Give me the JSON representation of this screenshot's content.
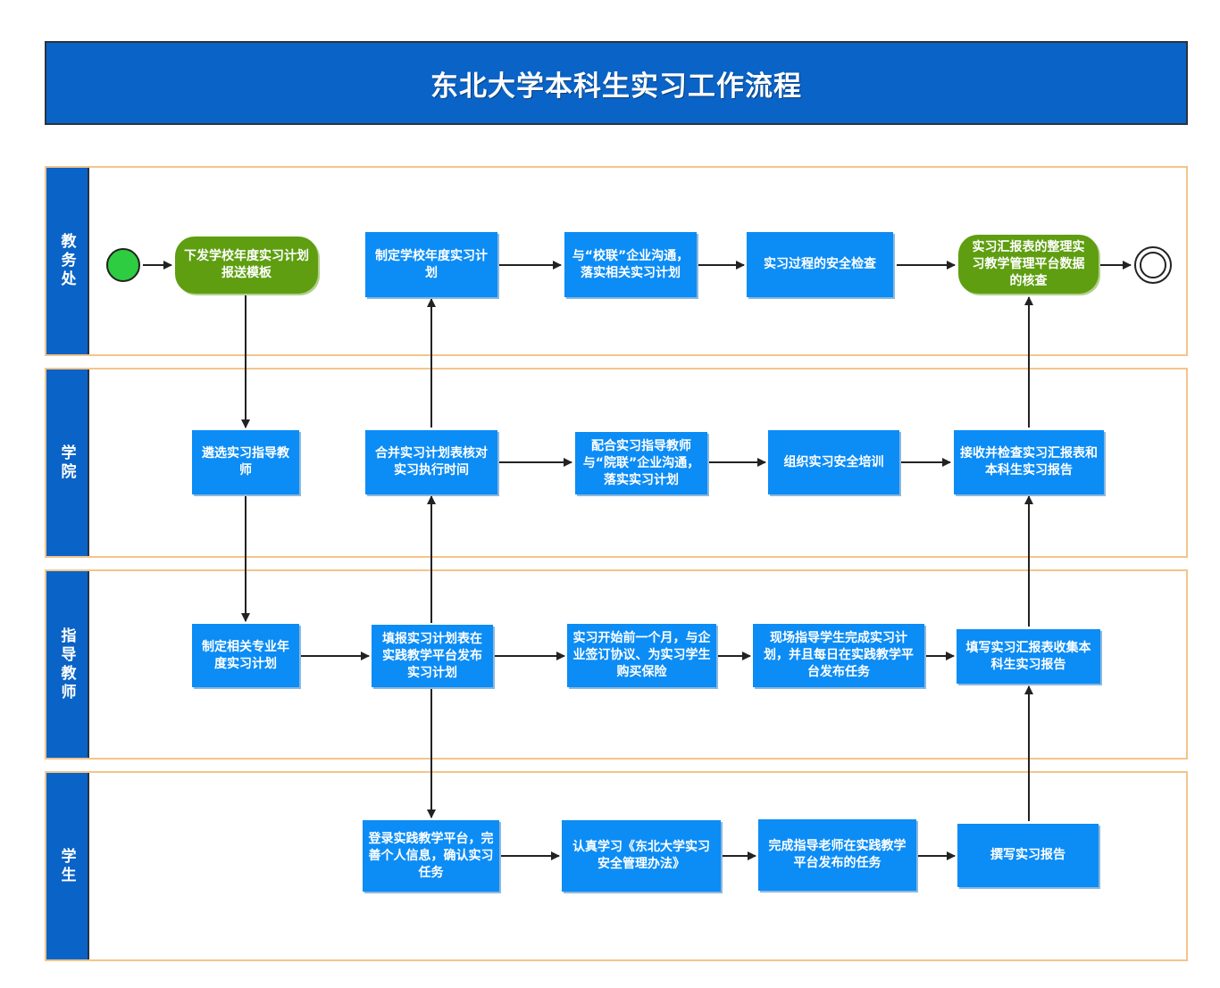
{
  "title": "东北大学本科生实习工作流程",
  "lanes": [
    {
      "label": "教务处"
    },
    {
      "label": "学院"
    },
    {
      "label": "指导教师"
    },
    {
      "label": "学生"
    }
  ],
  "nodes": {
    "jwc_issue": "下发学校年度实习计划报送模板",
    "jwc_plan": "制定学校年度实习计划",
    "jwc_comm": "与“校联”企业沟通，落实相关实习计划",
    "jwc_safety": "实习过程的安全检查",
    "jwc_audit": "实习汇报表的整理实习教学管理平台数据的核查",
    "xy_select": "遴选实习指导教师",
    "xy_merge": "合并实习计划表核对实习执行时间",
    "xy_coord": "配合实习指导教师与“院联”企业沟通，落实实习计划",
    "xy_train": "组织实习安全培训",
    "xy_check": "接收并检查实习汇报表和本科生实习报告",
    "js_plan": "制定相关专业年度实习计划",
    "js_fill": "填报实习计划表在实践教学平台发布实习计划",
    "js_month": "实习开始前一个月，与企业签订协议、为实习学生购买保险",
    "js_guide": "现场指导学生完成实习计划，并且每日在实践教学平台发布任务",
    "js_report": "填写实习汇报表收集本科生实习报告",
    "xs_login": "登录实践教学平台，完善个人信息，确认实习任务",
    "xs_study": "认真学习《东北大学实习安全管理办法》",
    "xs_task": "完成指导老师在实践教学平台发布的任务",
    "xs_write": "撰写实习报告"
  },
  "colors": {
    "header": "#0a63c6",
    "process": "#0c8cf5",
    "terminal": "#5e9e10",
    "start": "#2ecc40",
    "lane_border": "#f4c48b"
  }
}
